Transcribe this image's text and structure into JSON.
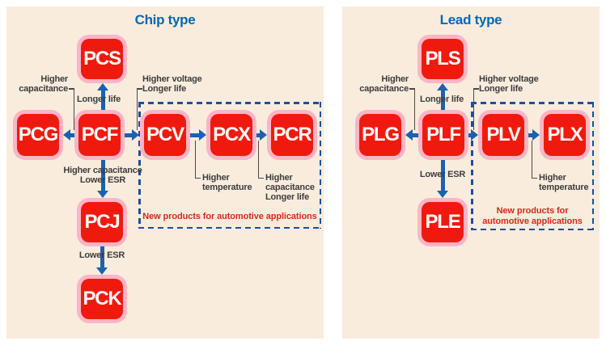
{
  "colors": {
    "panel_bg": "#f9ecdd",
    "box_red": "#ef1a0d",
    "box_pink": "#fab5c6",
    "arrow_blue": "#1a62b0",
    "dashed_blue": "#1c4fa1",
    "title_blue": "#0068b5",
    "label_gray": "#3d3d3d",
    "note_red": "#d52a1e"
  },
  "chip": {
    "title": "Chip type",
    "nodes": {
      "pcs": "PCS",
      "pcg": "PCG",
      "pcf": "PCF",
      "pcv": "PCV",
      "pcx": "PCX",
      "pcr": "PCR",
      "pcj": "PCJ",
      "pck": "PCK"
    },
    "labels": {
      "higher_capacitance": "Higher\ncapacitance",
      "longer_life": "Longer life",
      "higher_voltage_longer_life": "Higher voltage\nLonger life",
      "higher_capacitance_lower_esr": "Higher capacitance\nLower ESR",
      "lower_esr": "Lower ESR",
      "higher_temperature": "Higher\ntemperature",
      "higher_capacitance_longer_life": "Higher\ncapacitance\nLonger life",
      "automotive_note": "New products for automotive applications"
    }
  },
  "lead": {
    "title": "Lead type",
    "nodes": {
      "pls": "PLS",
      "plg": "PLG",
      "plf": "PLF",
      "plv": "PLV",
      "plx": "PLX",
      "ple": "PLE"
    },
    "labels": {
      "higher_capacitance": "Higher\ncapacitance",
      "longer_life": "Longer life",
      "higher_voltage_longer_life": "Higher voltage\nLonger life",
      "lower_esr": "Lower ESR",
      "higher_temperature": "Higher\ntemperature",
      "automotive_note": "New products for\nautomotive applications"
    }
  }
}
